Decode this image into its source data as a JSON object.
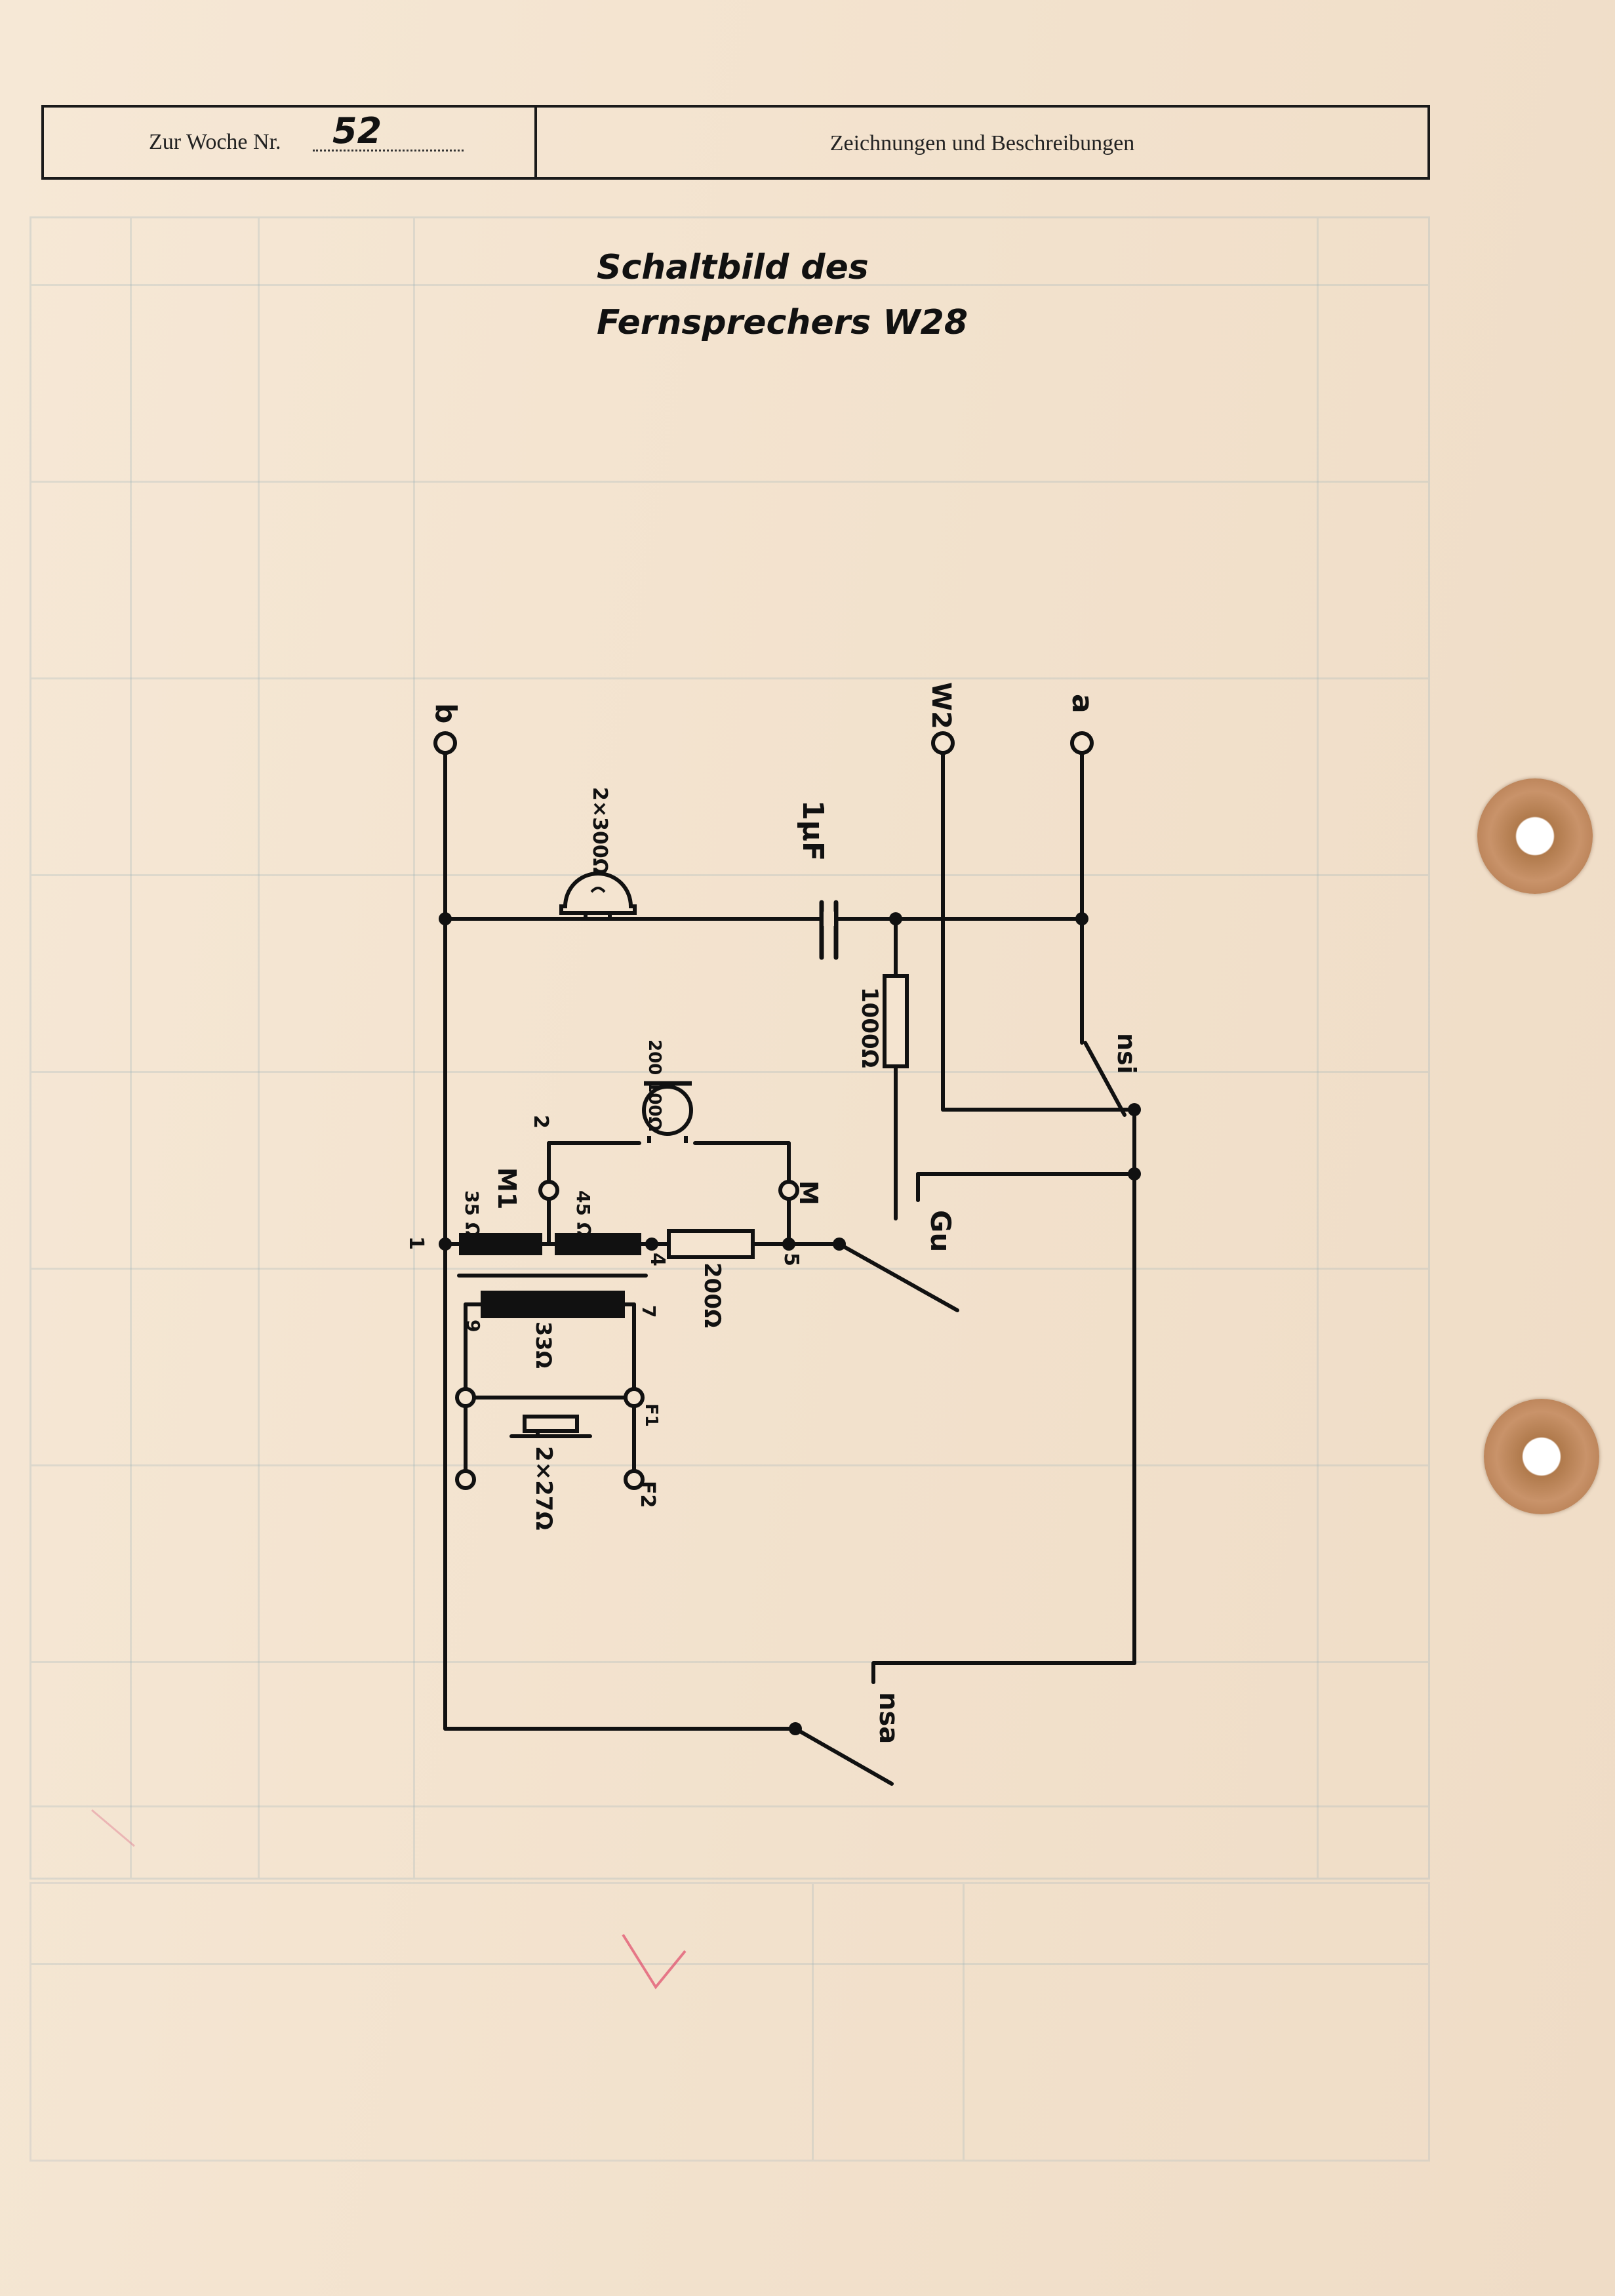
{
  "header": {
    "week_label": "Zur Woche Nr.",
    "week_number": "52",
    "section_label": "Zeichnungen und Beschreibungen"
  },
  "title": {
    "line1": "Schaltbild  des",
    "line2": "Fernsprechers  W28"
  },
  "labels": {
    "terminal_b": "b",
    "terminal_w2": "W2",
    "terminal_a": "a",
    "ringer": "2×300Ω",
    "capacitor": "1μF",
    "resistor_1000": "1000Ω",
    "switch_nsi": "nsi",
    "microphone": "200 100Ω",
    "gu": "Gu",
    "m1": "M1",
    "m": "M",
    "coil_35": "35 Ω",
    "coil_45": "45 Ω",
    "resistor_200": "200Ω",
    "coil_33": "33Ω",
    "receiver": "2×27Ω",
    "node_1": "1",
    "node_2": "2",
    "node_4": "4",
    "node_5": "5",
    "node_7": "7",
    "node_9": "9",
    "f1": "F1",
    "f2": "F2",
    "switch_nsa": "nsa"
  },
  "colors": {
    "ink": "#111111",
    "paper": "#f3e3cf",
    "eyelet": "#b77f54"
  }
}
